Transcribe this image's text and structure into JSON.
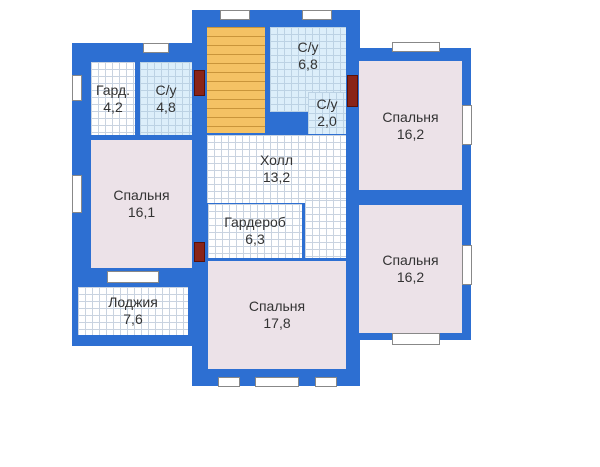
{
  "rooms": {
    "gard": {
      "name": "Гард.",
      "area": "4,2"
    },
    "bath1": {
      "name": "С/у",
      "area": "4,8"
    },
    "bath2": {
      "name": "С/у",
      "area": "6,8"
    },
    "bath3": {
      "name": "С/у",
      "area": "2,0"
    },
    "hall": {
      "name": "Холл",
      "area": "13,2"
    },
    "bed1": {
      "name": "Спальня",
      "area": "16,1"
    },
    "wardrobe": {
      "name": "Гардероб",
      "area": "6,3"
    },
    "loggia": {
      "name": "Лоджия",
      "area": "7,6"
    },
    "bed2": {
      "name": "Спальня",
      "area": "17,8"
    },
    "bed3": {
      "name": "Спальня",
      "area": "16,2"
    },
    "bed4": {
      "name": "Спальня",
      "area": "16,2"
    }
  },
  "colors": {
    "wall": "#2d6fd2",
    "bedroom": "#ece2e8",
    "bathroom": "#dceefa",
    "stairs": "#f4c264"
  }
}
